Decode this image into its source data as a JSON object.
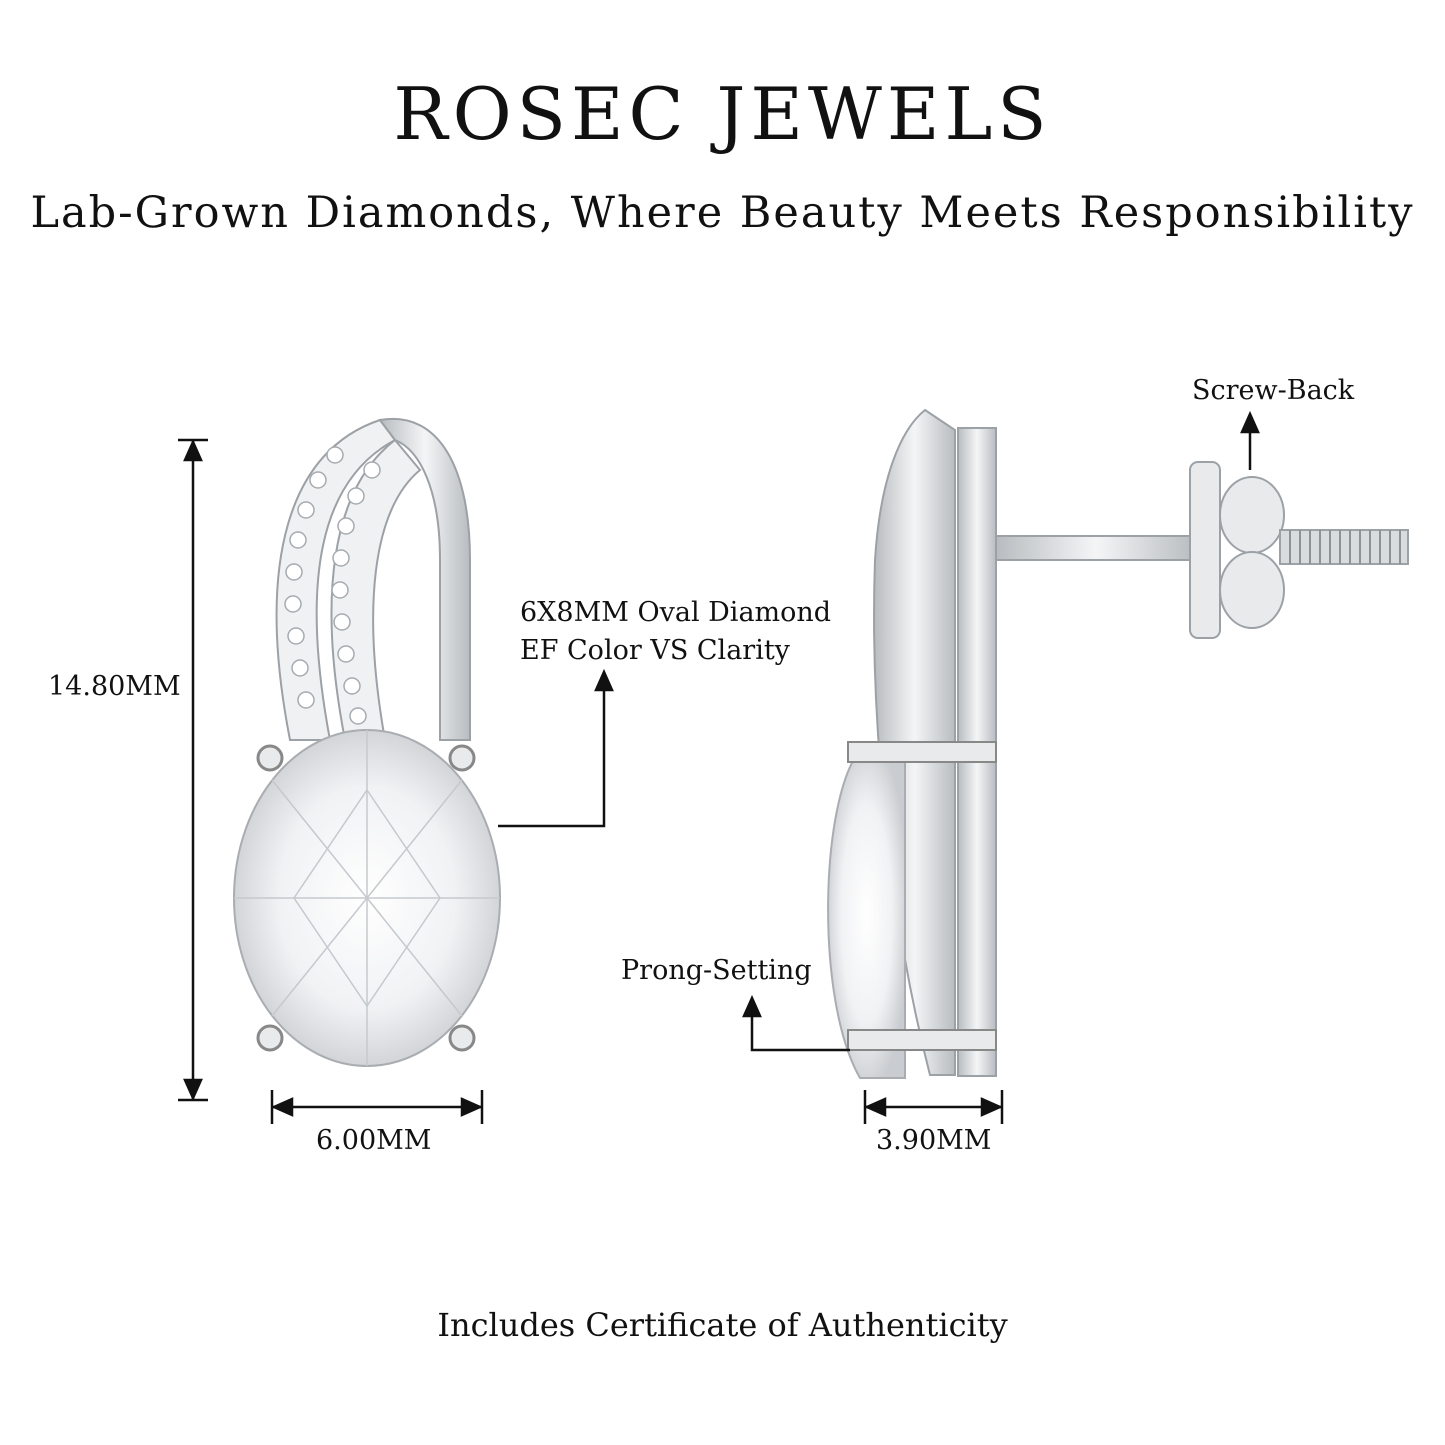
{
  "brand": {
    "name": "ROSEC JEWELS",
    "tagline": "Lab-Grown Diamonds, Where Beauty Meets Responsibility"
  },
  "annotations": {
    "height": "14.80MM",
    "width": "6.00MM",
    "side_width": "3.90MM",
    "stone_line1": "6X8MM Oval Diamond",
    "stone_line2": "EF Color VS Clarity",
    "screw_back": "Screw-Back",
    "prong": "Prong-Setting"
  },
  "footer": {
    "note": "Includes Certificate of Authenticity"
  },
  "colors": {
    "metal": "#e6e8ea",
    "metal_shade": "#b8bcc0",
    "line": "#111111"
  }
}
